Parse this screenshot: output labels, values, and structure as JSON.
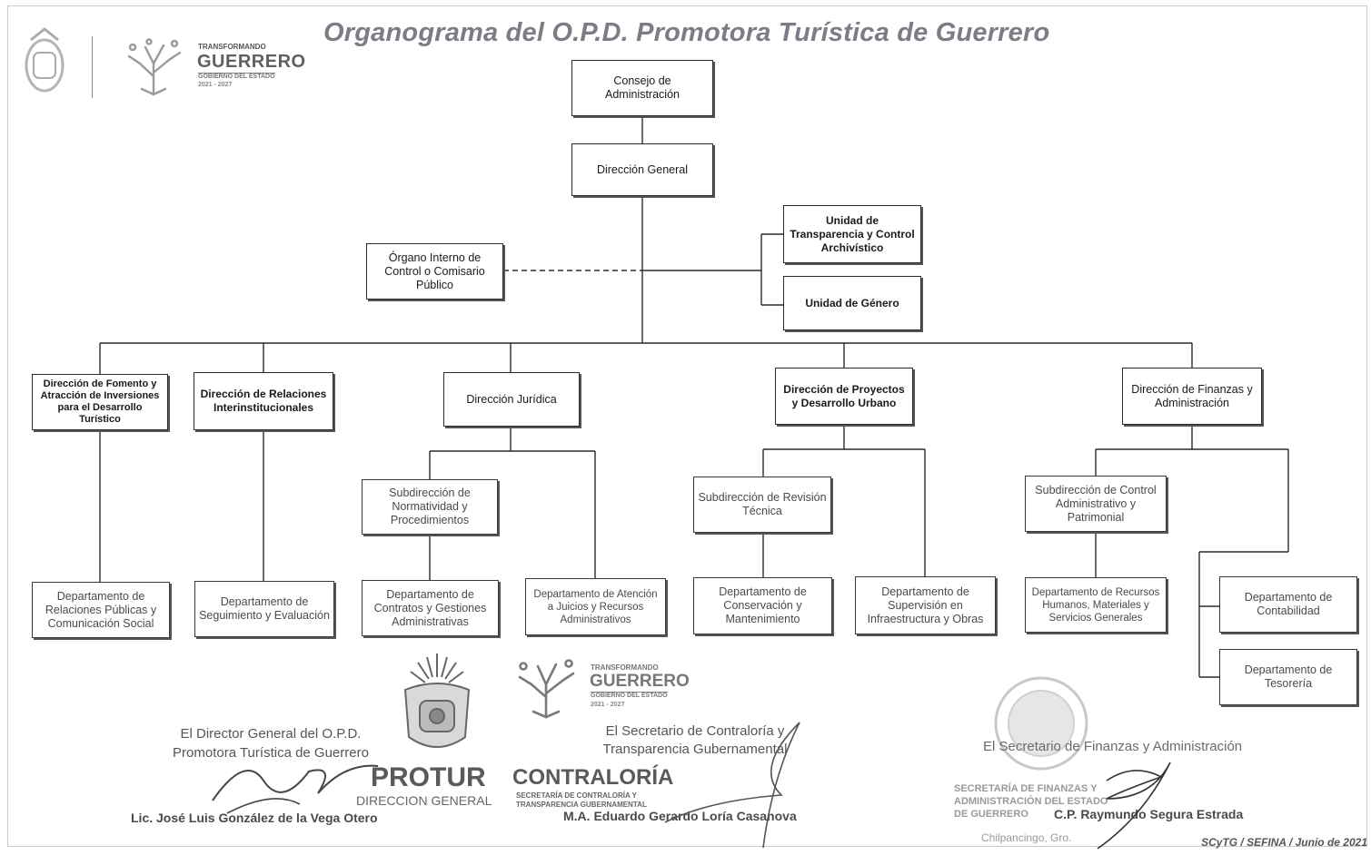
{
  "title": "Organograma del O.P.D. Promotora Turística de Guerrero",
  "logo": {
    "small_text": "TRANSFORMANDO",
    "brand": "GUERRERO",
    "sub": "GOBIERNO DEL ESTADO",
    "years": "2021 - 2027"
  },
  "nodes": {
    "consejo": "Consejo de Administración",
    "direccion_general": "Dirección General",
    "organo_interno": "Órgano Interno de Control o Comisario Público",
    "unidad_transparencia": "Unidad de Transparencia y Control Archivístico",
    "unidad_genero": "Unidad de Género",
    "dir_fomento": "Dirección de Fomento y Atracción de Inversiones para el Desarrollo Turístico",
    "dir_relaciones": "Dirección de Relaciones Interinstitucionales",
    "dir_juridica": "Dirección Jurídica",
    "dir_proyectos": "Dirección de Proyectos y Desarrollo Urbano",
    "dir_finanzas": "Dirección de Finanzas y Administración",
    "sub_normatividad": "Subdirección de Normatividad y Procedimientos",
    "sub_revision": "Subdirección de Revisión Técnica",
    "sub_control": "Subdirección de Control Administrativo y Patrimonial",
    "dep_relaciones_publicas": "Departamento de Relaciones Públicas y Comunicación Social",
    "dep_seguimiento": "Departamento de Seguimiento y Evaluación",
    "dep_contratos": "Departamento de Contratos y Gestiones Administrativas",
    "dep_juicios": "Departamento de Atención a Juicios y Recursos Administrativos",
    "dep_conservacion": "Departamento de Conservación y Mantenimiento",
    "dep_supervision": "Departamento de Supervisión en Infraestructura y Obras",
    "dep_recursos": "Departamento de Recursos Humanos, Materiales y Servicios Generales",
    "dep_contabilidad": "Departamento de Contabilidad",
    "dep_tesoreria": "Departamento de Tesorería"
  },
  "signatures": {
    "director_role": "El Director General del O.P.D. Promotora Turística de Guerrero",
    "director_name": "Lic. José Luis González de la Vega Otero",
    "protur": "PROTUR",
    "protur_sub": "DIRECCION GENERAL",
    "contraloria_role": "El Secretario de Contraloría y Transparencia Gubernamental",
    "contraloria_name": "M.A. Eduardo Gerardo Loría Casanova",
    "contraloria": "CONTRALORÍA",
    "contraloria_sub": "SECRETARÍA DE CONTRALORÍA Y TRANSPARENCIA GUBERNAMENTAL",
    "finanzas_role": "El Secretario de Finanzas y Administración",
    "finanzas_name": "C.P. Raymundo Segura Estrada",
    "finanzas_stamp": "SECRETARÍA DE FINANZAS Y ADMINISTRACIÓN DEL ESTADO DE GUERRERO",
    "finanzas_place": "Chilpancingo, Gro."
  },
  "footer": "SCyTG / SEFINA / Junio de 2021"
}
